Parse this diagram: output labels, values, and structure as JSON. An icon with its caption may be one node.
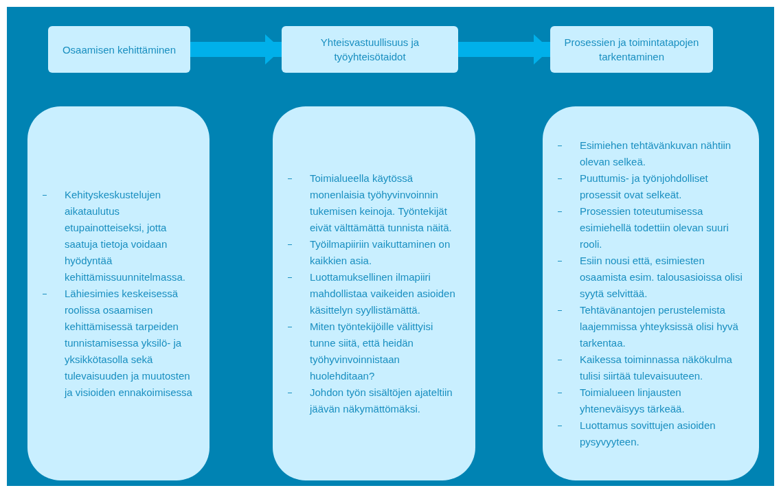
{
  "diagram": {
    "nodes": [
      {
        "text": [
          "Osaamisen kehittäminen"
        ]
      },
      {
        "text": [
          "Yhteisvastuullisuus ja työyhteisötaidot"
        ]
      },
      {
        "text": [
          "Prosessien ja toimintatapojen tarkentaminen"
        ]
      },
      {
        "text": [
          "Kehityskeskustelujen aikataulutus etupainotteiseksi, jotta saatuja tietoja voidaan hyödyntää kehittämissuunnitelmassa.",
          "Lähiesimies keskeisessä roolissa osaamisen kehittämisessä tarpeiden tunnistamisessa yksilö- ja yksikkötasolla sekä tulevaisuuden ja muutosten ja visioiden ennakoimisessa"
        ]
      },
      {
        "text": [
          "Toimialueella käytössä monenlaisia työhyvinvoinnin tukemisen keinoja. Työntekijät eivät välttämättä tunnista näitä.",
          "Työilmapiiriin vaikuttaminen on kaikkien asia.",
          "Luottamuksellinen ilmapiiri mahdollistaa vaikeiden asioiden käsittelyn syyllistämättä.",
          "Miten työntekijöille välittyisi tunne siitä, että heidän työhyvinvoinnistaan huolehditaan?",
          "Johdon työn sisältöjen ajateltiin jäävän näkymättömäksi."
        ]
      },
      {
        "text": [
          "Esimiehen tehtävänkuvan nähtiin olevan selkeä.",
          "Puuttumis- ja työnjohdolliset prosessit ovat selkeät.",
          "Prosessien toteutumisessa esimiehellä todettiin olevan suuri rooli.",
          "Esiin nousi että, esimiesten osaamista esim. talousasioissa olisi syytä selvittää.",
          "Tehtävänantojen perustelemista laajemmissa yhteyksissä olisi hyvä tarkentaa.",
          "Kaikessa toiminnassa näkökulma tulisi siirtää tulevaisuuteen.",
          "Toimialueen linjausten yhteneväisyys tärkeää.",
          "Luottamus sovittujen asioiden pysyvyyteen."
        ]
      }
    ],
    "edges": [
      {
        "from": 0,
        "to": 1,
        "arrow": "to"
      },
      {
        "from": 1,
        "to": 2,
        "arrow": "to"
      }
    ]
  }
}
